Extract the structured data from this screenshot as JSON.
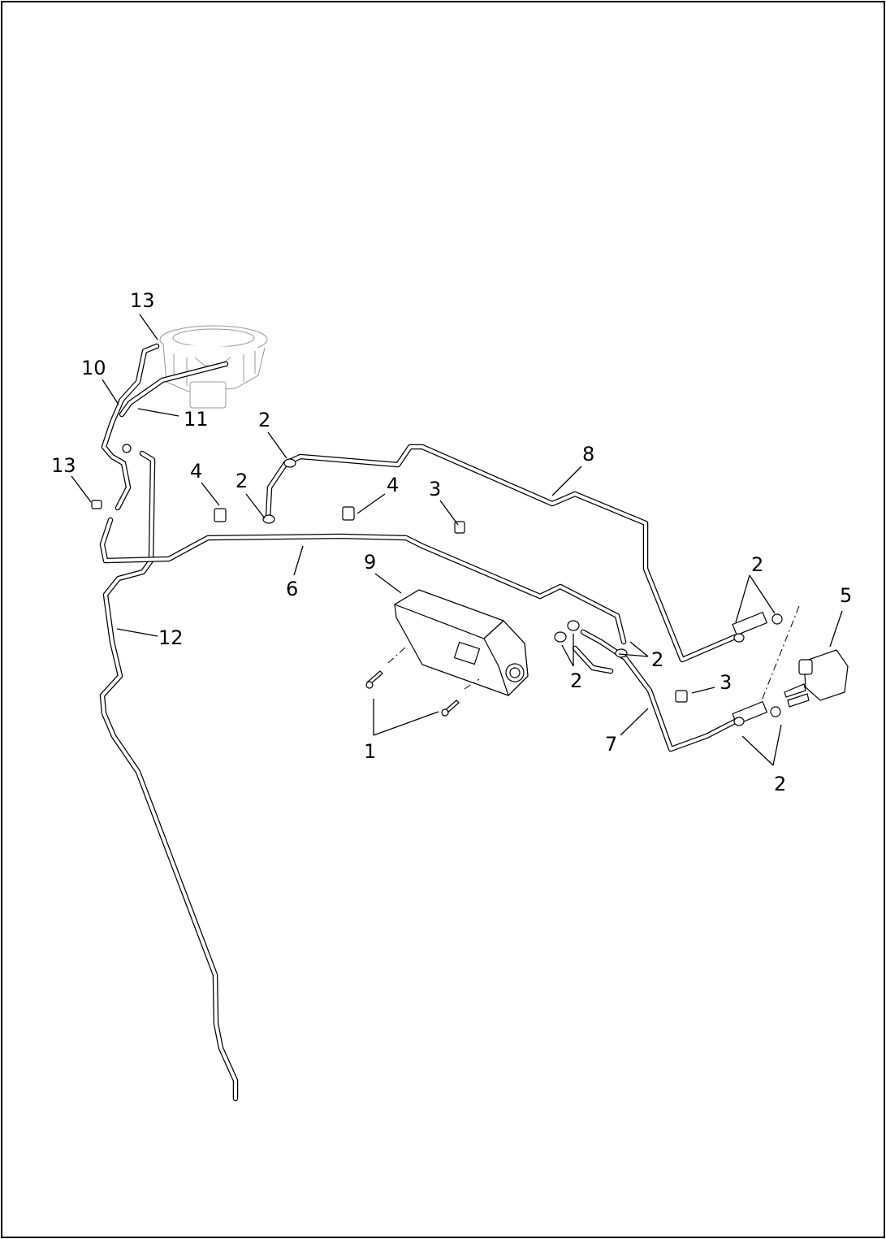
{
  "callouts": {
    "c13a": "13",
    "c10": "10",
    "c11": "11",
    "c2a": "2",
    "c8": "8",
    "c13b": "13",
    "c4a": "4",
    "c2b": "2",
    "c4b": "4",
    "c3a": "3",
    "c2c": "2",
    "c5": "5",
    "c9": "9",
    "c6": "6",
    "c12": "12",
    "c2d": "2",
    "c2e": "2",
    "c3b": "3",
    "c1": "1",
    "c7": "7",
    "c2f": "2"
  }
}
